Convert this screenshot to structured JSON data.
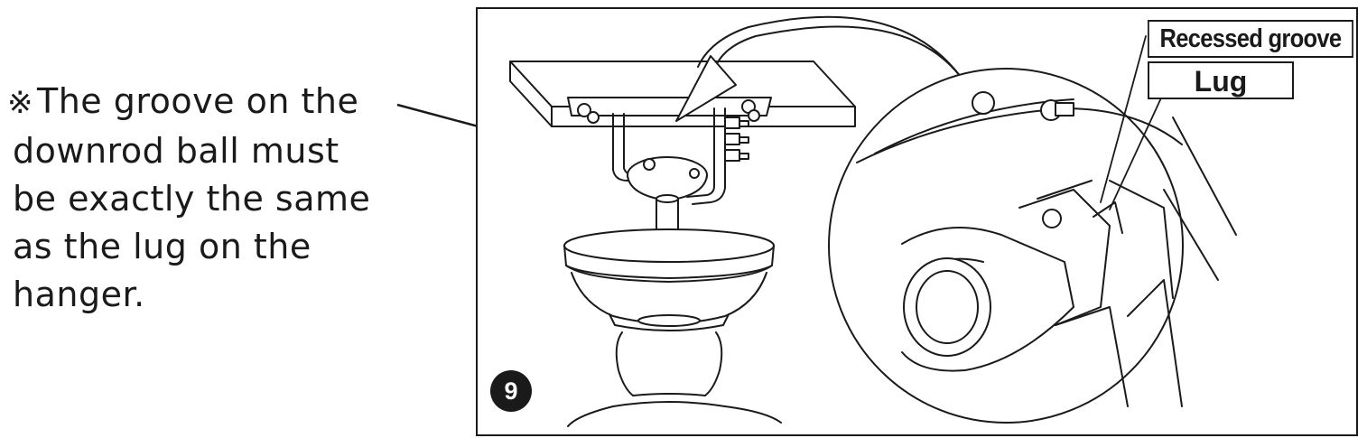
{
  "note": {
    "mark": "※",
    "lines": [
      "The groove on the",
      "downrod ball must",
      "be exactly the same",
      "as the lug on the",
      "hanger."
    ]
  },
  "labels": {
    "recessed_groove": "Recessed groove",
    "lug": "Lug"
  },
  "step": {
    "number": "9"
  }
}
